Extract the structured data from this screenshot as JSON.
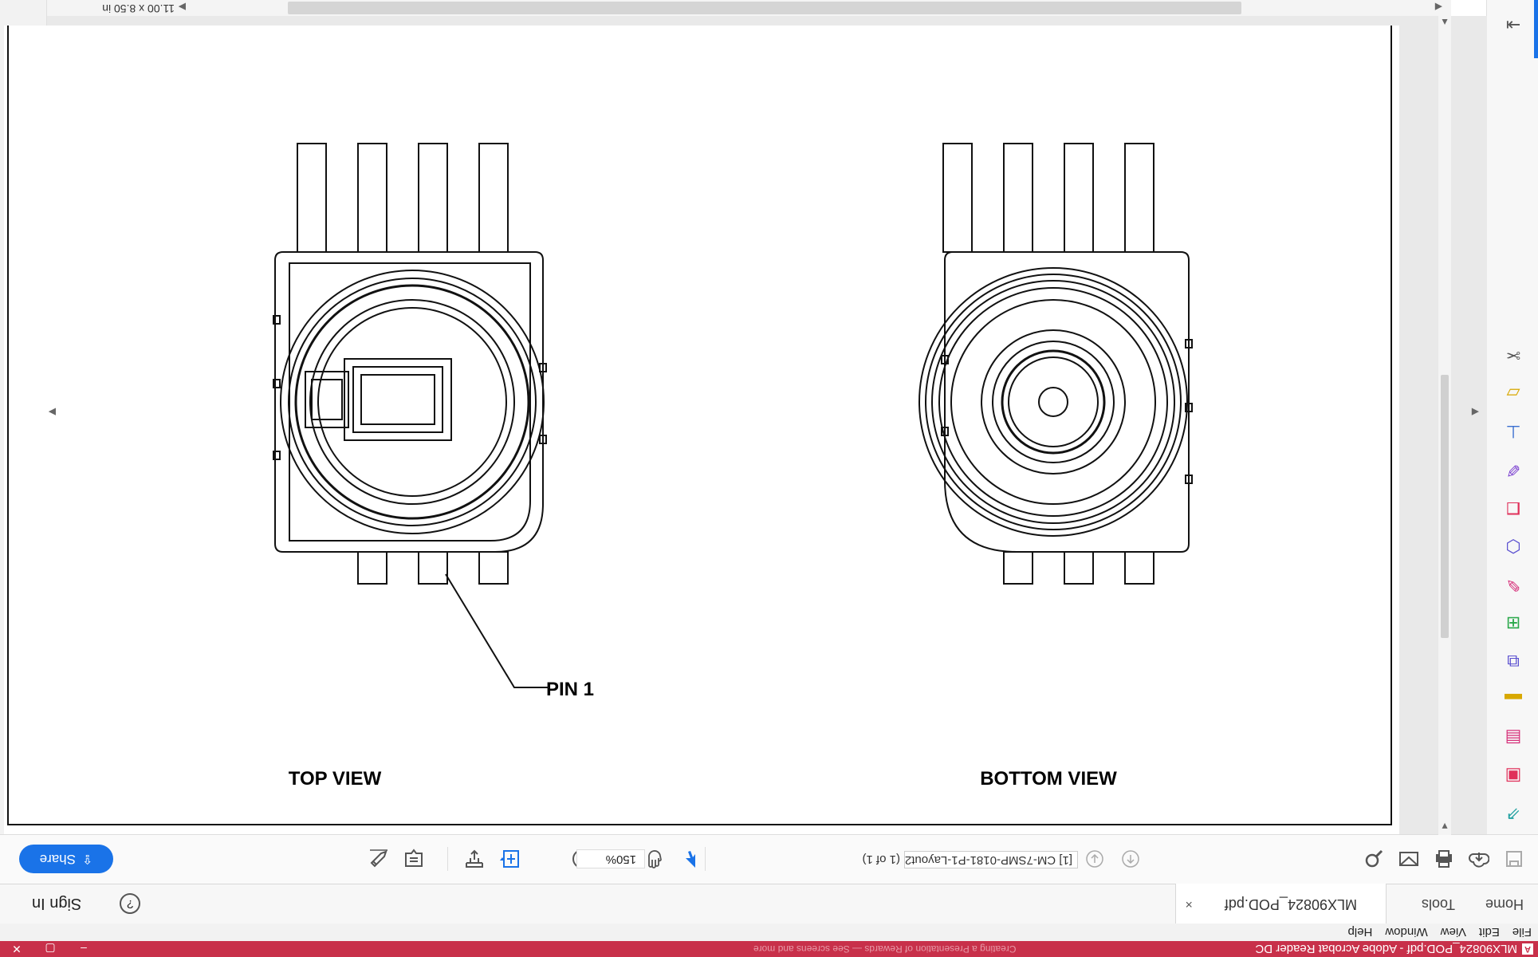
{
  "window": {
    "title": "MLX90824_POD.pdf - Adobe Acrobat Reader DC",
    "background_hint": "Creating a Presentation of Rewards — See screens and more"
  },
  "menu": [
    "File",
    "Edit",
    "View",
    "Window",
    "Help"
  ],
  "tabs": {
    "home": "Home",
    "tools": "Tools",
    "document": "MLX90824_POD.pdf",
    "close": "×"
  },
  "account": {
    "help": "?",
    "sign_in": "Sign In"
  },
  "toolbar": {
    "filename": "[1] CM-7SMP-0181-P1-Layout2",
    "page_count": "(1 of 1)",
    "zoom": "150%",
    "share_label": "Share"
  },
  "document": {
    "page_size": "11.00 x 8.50 in",
    "drawing": {
      "top_view_label": "TOP VIEW",
      "bottom_view_label": "BOTTOM VIEW",
      "pin_label": "PIN 1"
    }
  },
  "icons": {
    "save": "save-icon",
    "upload": "upload-cloud-icon",
    "print": "print-icon",
    "email": "email-icon",
    "search": "search-icon",
    "prev_page": "arrow-up-icon",
    "next_page": "arrow-down-icon",
    "select": "cursor-icon",
    "hand": "hand-icon",
    "zoom_out": "zoom-out-icon",
    "zoom_in": "zoom-in-icon"
  },
  "colors": {
    "accent": "#1a73e8",
    "titlebar": "#c8304a"
  }
}
